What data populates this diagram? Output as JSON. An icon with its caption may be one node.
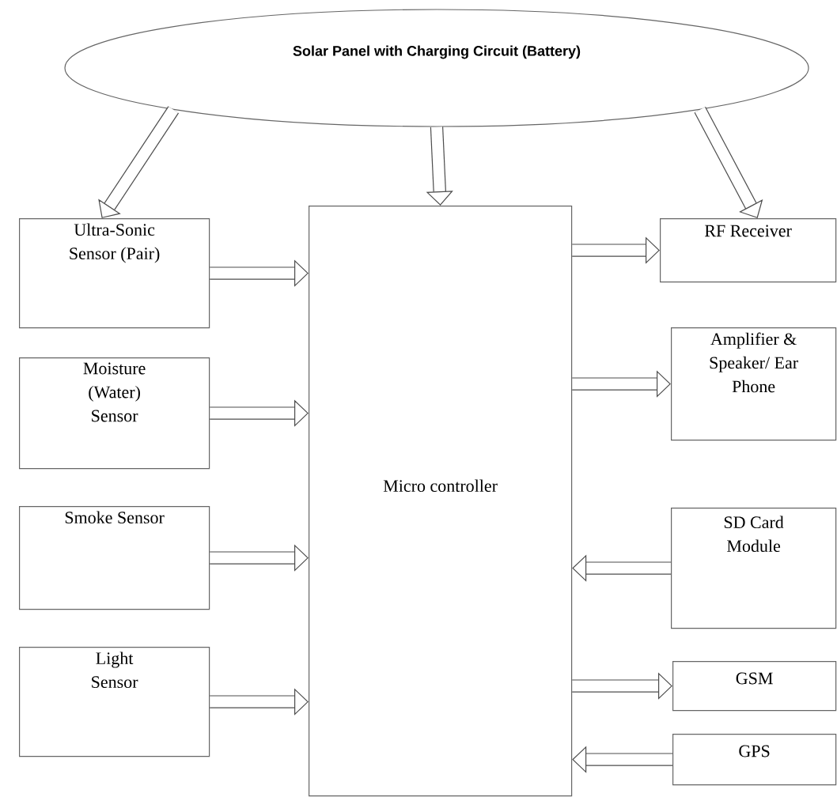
{
  "diagram": {
    "nodes": [
      {
        "text": [
          "Solar Panel with Charging Circuit (Battery)"
        ]
      },
      {
        "text": [
          "Micro controller"
        ]
      },
      {
        "text": [
          "Ultra-Sonic Sensor (Pair)"
        ]
      },
      {
        "text": [
          "Moisture (Water) Sensor"
        ]
      },
      {
        "text": [
          "Smoke Sensor"
        ]
      },
      {
        "text": [
          "Light Sensor"
        ]
      },
      {
        "text": [
          "RF Receiver"
        ]
      },
      {
        "text": [
          "Amplifier & Speaker/ Ear Phone"
        ]
      },
      {
        "text": [
          "SD Card Module"
        ]
      },
      {
        "text": [
          "GSM"
        ]
      },
      {
        "text": [
          "GPS"
        ]
      }
    ],
    "edges": [
      {
        "from": 0,
        "to": 2,
        "arrow": "to"
      },
      {
        "from": 0,
        "to": 1,
        "arrow": "to"
      },
      {
        "from": 0,
        "to": 6,
        "arrow": "to"
      },
      {
        "from": 2,
        "to": 1,
        "arrow": "to"
      },
      {
        "from": 3,
        "to": 1,
        "arrow": "to"
      },
      {
        "from": 4,
        "to": 1,
        "arrow": "to"
      },
      {
        "from": 5,
        "to": 1,
        "arrow": "to"
      },
      {
        "from": 1,
        "to": 6,
        "arrow": "to"
      },
      {
        "from": 1,
        "to": 7,
        "arrow": "to"
      },
      {
        "from": 8,
        "to": 1,
        "arrow": "to"
      },
      {
        "from": 1,
        "to": 9,
        "arrow": "to"
      },
      {
        "from": 10,
        "to": 1,
        "arrow": "to"
      }
    ]
  }
}
